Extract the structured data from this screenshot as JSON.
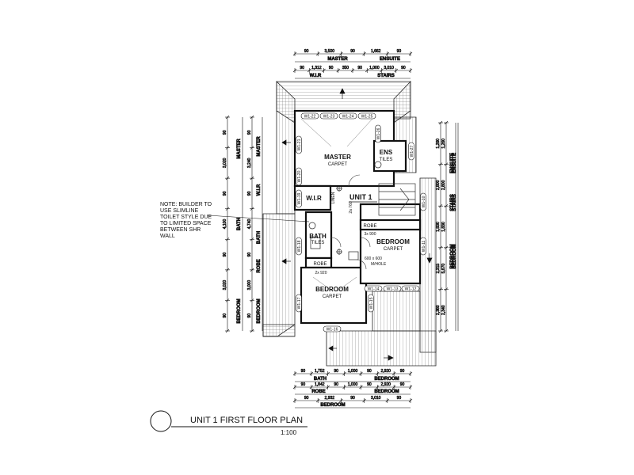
{
  "title": {
    "main": "UNIT 1 FIRST FLOOR PLAN",
    "scale": "1:100"
  },
  "unit_label": "UNIT 1",
  "note": [
    "NOTE: BUILDER TO",
    "USE SLIMLINE",
    "TOILET STYLE DUE",
    "TO LIMITED SPACE",
    "BETWEEN SHR",
    "WALL"
  ],
  "rooms": {
    "master": {
      "name": "MASTER",
      "finish": "CARPET"
    },
    "ens": {
      "name": "ENS",
      "finish": "TILES"
    },
    "wir": {
      "name": "W.I.R"
    },
    "linen": "LINEN",
    "bath": {
      "name": "BATH",
      "finish": "TILES"
    },
    "robe_left": "ROBE",
    "robe_left_size": "2x 920",
    "bed_left": {
      "name": "BEDROOM",
      "finish": "CARPET"
    },
    "robe_right": "ROBE",
    "robe_right_size": "3x 900",
    "bed_right": {
      "name": "BEDROOM",
      "finish": "CARPET"
    },
    "manhole": [
      "600 x 600",
      "M/HOLE"
    ],
    "stair_num": "2a 760"
  },
  "windows": [
    "W1-22",
    "W1-23",
    "W1-24",
    "W1-25",
    "W1-26",
    "W1-21",
    "W1-20",
    "W1-19",
    "W1-18",
    "W1-17",
    "W1-16",
    "W1-15",
    "W1-14",
    "W1-13",
    "W1-12",
    "W1-11",
    "W1-10",
    "W1-27"
  ],
  "dims_top1": {
    "labels": [
      "MASTER",
      "ENSUITE"
    ],
    "values": [
      "90",
      "3,500",
      "90",
      "1,662",
      "90"
    ]
  },
  "dims_top2": {
    "labels": [
      "W.I.R",
      "STAIRS"
    ],
    "values": [
      "90",
      "1,312",
      "90",
      "350",
      "90",
      "1,000",
      "3,010",
      "90"
    ]
  },
  "dims_bot1": {
    "labels": [
      "BATH",
      "BEDROOM"
    ],
    "values": [
      "90",
      "1,752",
      "90",
      "1,000",
      "90",
      "2,920",
      "90"
    ]
  },
  "dims_bot2": {
    "labels": [
      "ROBE",
      "BEDROOM"
    ],
    "values": [
      "90",
      "1,842",
      "90",
      "1,000",
      "90",
      "2,920",
      "90"
    ]
  },
  "dims_bot3": {
    "labels": [
      "BEDROOM"
    ],
    "values": [
      "90",
      "2,932",
      "90",
      "3,010",
      "90"
    ]
  },
  "dims_left1": {
    "labels": [
      "MASTER",
      "BATH",
      "BEDROOM"
    ],
    "values": [
      "90",
      "3,020",
      "90",
      "4,100",
      "90",
      "3,020",
      "90"
    ]
  },
  "dims_left2": {
    "labels": [
      "MASTER",
      "W.I.R",
      "BATH",
      "ROBE",
      "BEDROOM"
    ],
    "values": [
      "90",
      "3,240",
      "90",
      "4,740",
      "90",
      "3,000",
      "90"
    ]
  },
  "dims_right1": {
    "labels": [
      "ENSUITE",
      "STAIRS",
      "BEDROOM"
    ],
    "values": [
      "1,260",
      "2,800",
      "1,830",
      "2,315",
      "2,360"
    ]
  },
  "dims_right2": {
    "labels": [
      "ENSUITE",
      "STAIRS",
      "BEDROOM"
    ],
    "values": [
      "1,260",
      "2,800",
      "1,830",
      "5,670",
      "2,340"
    ]
  }
}
